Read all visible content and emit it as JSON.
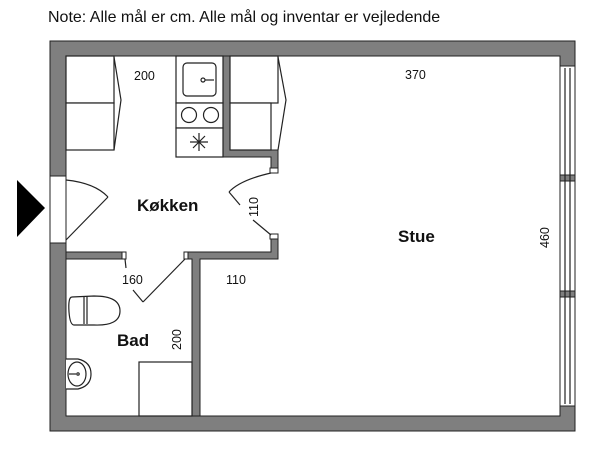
{
  "note": "Note: Alle mål er cm. Alle mål og inventar er vejledende",
  "rooms": {
    "kitchen": "Køkken",
    "living": "Stue",
    "bath": "Bad"
  },
  "dimensions": {
    "kitchen_width": "200",
    "kitchen_door": "110",
    "living_width": "370",
    "living_depth": "460",
    "bath_width": "160",
    "bath_depth": "200",
    "hall_width": "110"
  },
  "colors": {
    "wall": "#7f7f7f",
    "entrance_marker": "#000000"
  }
}
